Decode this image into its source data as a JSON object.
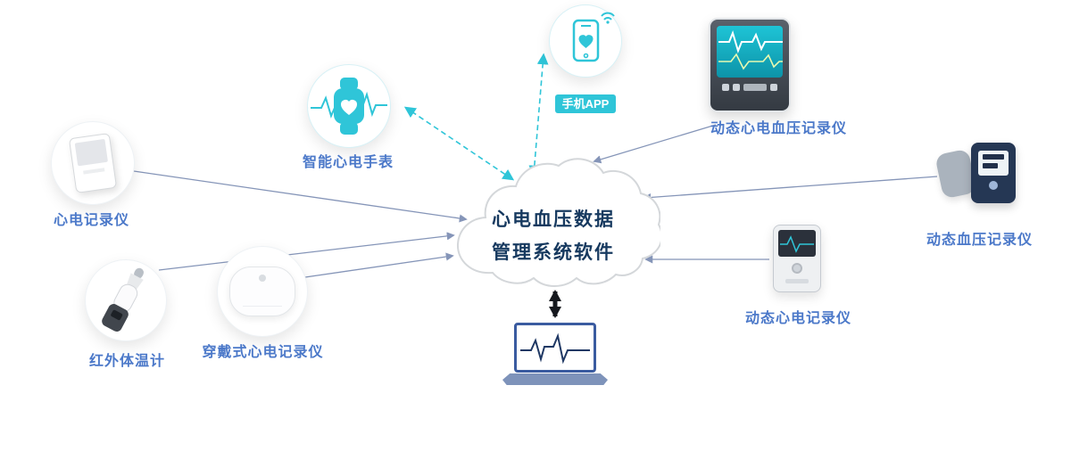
{
  "cloud": {
    "line1": "心电血压数据",
    "line2": "管理系统软件"
  },
  "nodes": {
    "ecg_recorder_left": {
      "label": "心电记录仪",
      "icon": "handheld-ecg-device"
    },
    "smart_watch": {
      "label": "智能心电手表",
      "icon": "smartwatch-heart-ecg"
    },
    "mobile_app": {
      "label": "手机APP",
      "icon": "smartphone-heart-wifi"
    },
    "ecg_bp_monitor": {
      "label": "动态心电血压记录仪",
      "icon": "patient-monitor"
    },
    "bp_recorder": {
      "label": "动态血压记录仪",
      "icon": "blood-pressure-monitor"
    },
    "holter_recorder": {
      "label": "动态心电记录仪",
      "icon": "holter-recorder"
    },
    "thermometer": {
      "label": "红外体温计",
      "icon": "ear-thermometer"
    },
    "wearable_patch": {
      "label": "穿戴式心电记录仪",
      "icon": "wearable-ecg-patch"
    },
    "laptop": {
      "icon": "laptop-ecg-software"
    }
  },
  "colors": {
    "accent_teal": "#2fc5d8",
    "label_blue": "#4c79c9",
    "cloud_text": "#16395f",
    "cloud_stroke": "#d4d7da",
    "arrow_gray": "#8595b8",
    "arrow_dark": "#15181d",
    "laptop_blue": "#3a5ba0"
  }
}
